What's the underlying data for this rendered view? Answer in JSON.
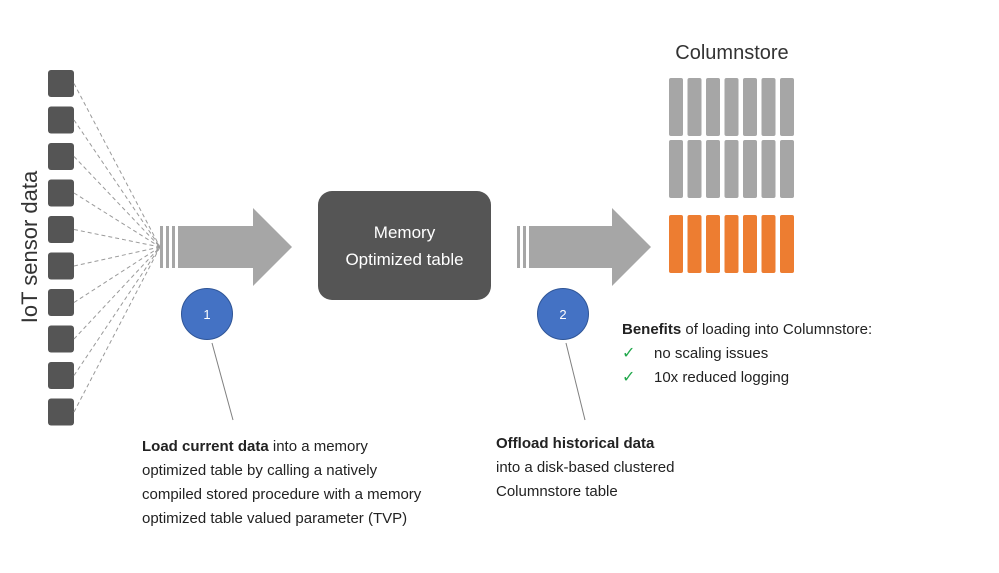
{
  "sensor_label": "IoT sensor data",
  "memory_table": {
    "line1": "Memory",
    "line2": "Optimized table"
  },
  "columnstore": {
    "title": "Columnstore"
  },
  "steps": [
    {
      "number": "1"
    },
    {
      "number": "2"
    }
  ],
  "step1_text": {
    "bold": "Load current data",
    "rest": " into a memory optimized table by calling a natively compiled stored procedure with a memory optimized table valued parameter (TVP)"
  },
  "step2_text": {
    "bold": "Offload historical data",
    "rest": "into a disk-based clustered Columnstore table"
  },
  "benefits": {
    "title_bold": "Benefits",
    "title_rest": " of loading into Columnstore:",
    "items": [
      "no scaling issues",
      "10x reduced logging"
    ]
  },
  "colors": {
    "sensor_block": "#555555",
    "memory_box": "#555555",
    "arrow": "#a6a6a6",
    "columnstore_gray": "#a6a6a6",
    "columnstore_orange": "#ed7d31",
    "marker": "#4472c4",
    "check": "#22a84c"
  }
}
